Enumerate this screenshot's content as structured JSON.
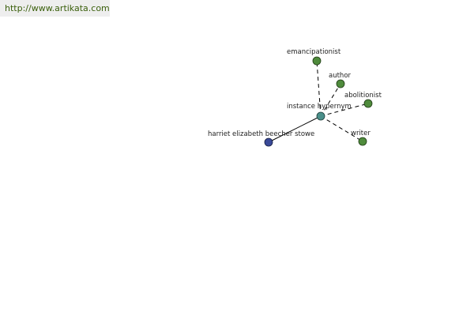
{
  "watermark": {
    "text": "http://www.artikata.com"
  },
  "colors": {
    "hub": "#4a8f8a",
    "related": "#4f8b3c",
    "instance": "#3a4a98",
    "edge": "#000000",
    "watermark_text": "#3a5f0b",
    "watermark_bg": "#eeeeee"
  },
  "graph": {
    "edge_label": "instance hypernym",
    "center": {
      "label": ""
    },
    "instance_node": {
      "label": "harriet elizabeth beecher stowe"
    },
    "related_nodes": [
      {
        "label": "emancipationist"
      },
      {
        "label": "author"
      },
      {
        "label": "abolitionist"
      },
      {
        "label": "writer"
      }
    ]
  }
}
